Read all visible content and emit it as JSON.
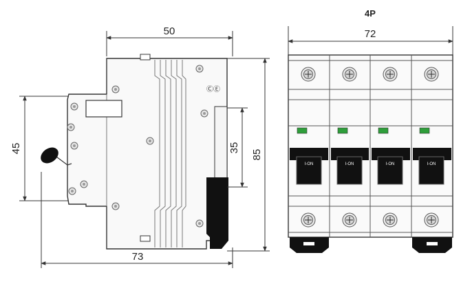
{
  "title": "4P",
  "side_view": {
    "width_label": "50",
    "total_width_label": "73",
    "handle_height_label": "45",
    "rail_height_label": "35",
    "total_height_label": "85"
  },
  "front_view": {
    "width_label": "72",
    "poles": [
      {
        "switch_label": "I-ON"
      },
      {
        "switch_label": "I-ON"
      },
      {
        "switch_label": "I-ON"
      },
      {
        "switch_label": "I-ON"
      }
    ]
  },
  "colors": {
    "line": "#333333",
    "body_fill": "#f7f7f7",
    "indicator": "#2e9e3a",
    "handle": "#111111",
    "screw": "#e0e0e0"
  }
}
